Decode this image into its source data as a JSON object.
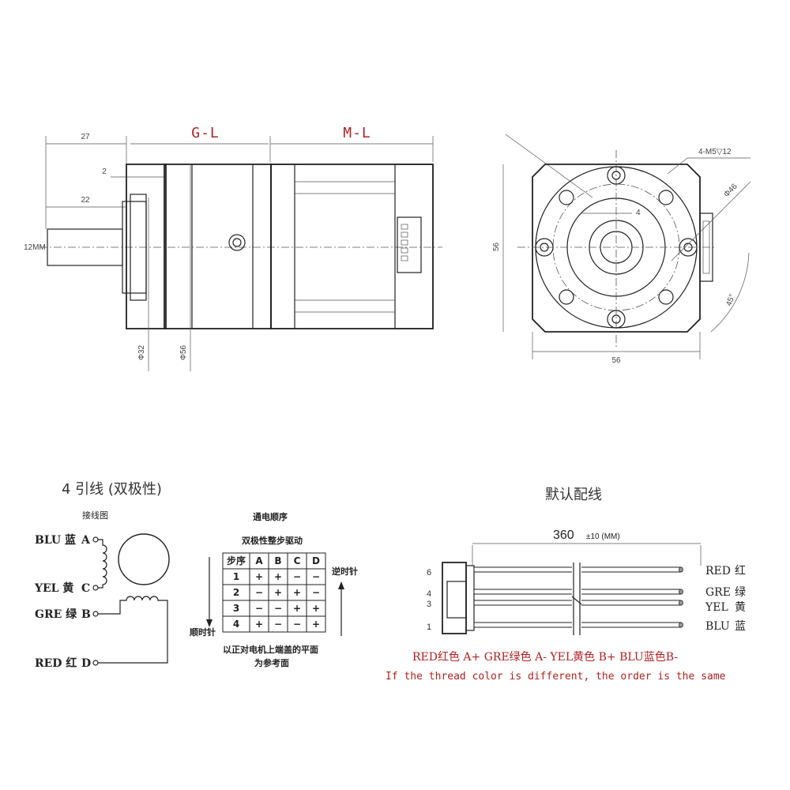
{
  "side_view": {
    "gl_label": "G-L",
    "ml_label": "M-L",
    "dim_27": "27",
    "dim_2": "2",
    "dim_22": "22",
    "shaft_label": "12MM",
    "dia32": "Φ32",
    "dia56": "Φ56"
  },
  "front_view": {
    "thread_note": "4-M5▽12",
    "dia46": "Φ46",
    "dim_56_v": "56",
    "dim_56_h": "56",
    "dim_4": "4",
    "angle": "45°"
  },
  "wiring": {
    "title": "4 引线 (双极性)",
    "diagram_label": "接线图",
    "wires": [
      {
        "name": "BLU 蓝",
        "pin": "A"
      },
      {
        "name": "YEL 黄",
        "pin": "C"
      },
      {
        "name": "GRE 绿",
        "pin": "B"
      },
      {
        "name": "RED 红",
        "pin": "D"
      }
    ]
  },
  "sequence": {
    "title": "通电顺序",
    "subtitle": "双极性整步驱动",
    "headers": [
      "步序",
      "A",
      "B",
      "C",
      "D"
    ],
    "rows": [
      [
        "1",
        "+",
        "+",
        "−",
        "−"
      ],
      [
        "2",
        "−",
        "+",
        "+",
        "−"
      ],
      [
        "3",
        "−",
        "−",
        "+",
        "+"
      ],
      [
        "4",
        "+",
        "−",
        "−",
        "+"
      ]
    ],
    "ccw_label": "逆时针",
    "cw_label": "顺时针",
    "note_line1": "以正对电机上端盖的平面",
    "note_line2": "为参考面"
  },
  "default_wiring": {
    "title": "默认配线",
    "length_main": "360",
    "length_tol": "±10 (MM)",
    "pins": [
      "6",
      "4",
      "3",
      "1"
    ],
    "wire_labels": [
      {
        "en": "RED",
        "cn": "红"
      },
      {
        "en": "GRE",
        "cn": "绿"
      },
      {
        "en": "YEL",
        "cn": "黄"
      },
      {
        "en": "BLU",
        "cn": "蓝"
      }
    ],
    "legend": "RED红色 A+ GRE绿色 A- YEL黄色 B+ BLU蓝色B-",
    "note": "If the thread color is different, the order is the same"
  }
}
